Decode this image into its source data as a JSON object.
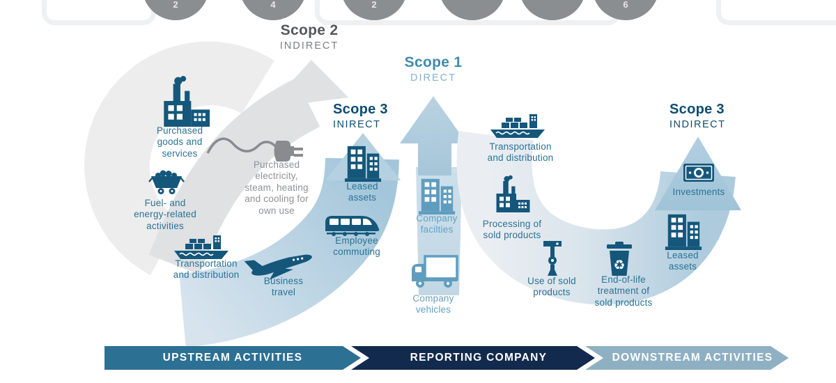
{
  "header_circles": {
    "values": [
      "2",
      "4",
      "2",
      "",
      "",
      "6"
    ]
  },
  "scope_labels": {
    "scope2": {
      "title": "Scope 2",
      "subtitle": "INDIRECT"
    },
    "scope1": {
      "title": "Scope 1",
      "subtitle": "DIRECT"
    },
    "scope3_left": {
      "title": "Scope 3",
      "subtitle": "INIRECT"
    },
    "scope3_right": {
      "title": "Scope 3",
      "subtitle": "INDIRECT"
    }
  },
  "upstream_labels": {
    "purchased_goods": "Purchased\ngoods and\nservices",
    "fuel_energy": "Fuel- and\nenergy-related\nactivities",
    "transportation": "Transportation\nand distribution",
    "business_travel": "Business\ntravel",
    "employee_commuting": "Employee\ncommuting",
    "leased_assets": "Leased\nassets",
    "purchased_electricity": "Purchased\nelectricity,\nsteam, heating\nand cooling for\nown use"
  },
  "company_labels": {
    "facilities": "Company\nfacilties",
    "vehicles": "Company\nvehicles"
  },
  "downstream_labels": {
    "transportation": "Transportation\nand distribution",
    "processing": "Processing of\nsold products",
    "use_of_sold": "Use of sold\nproducts",
    "end_of_life": "End-of-life\ntreatment of\nsold products",
    "leased_assets": "Leased\nassets",
    "investments": "Investments"
  },
  "banners": {
    "upstream": "UPSTREAM ACTIVITIES",
    "reporting": "REPORTING COMPANY",
    "downstream": "DOWNSTREAM ACTIVITIES"
  },
  "colors": {
    "dark_icon_teal": "#14577b",
    "label_teal": "#2b7295",
    "company_light_blue": "#5f9dbf",
    "scope1_title": "#3e8bab",
    "scope3_title": "#0d4c72",
    "scope2_title": "#55575b",
    "gray_arrow": "#dfe1e3",
    "light_blue_arrow": "#aecddf",
    "banner_upstream": "#2c7093",
    "banner_reporting": "#122a4d",
    "banner_downstream": "#8fb0c2",
    "top_circle_gray": "#8a8e91"
  }
}
